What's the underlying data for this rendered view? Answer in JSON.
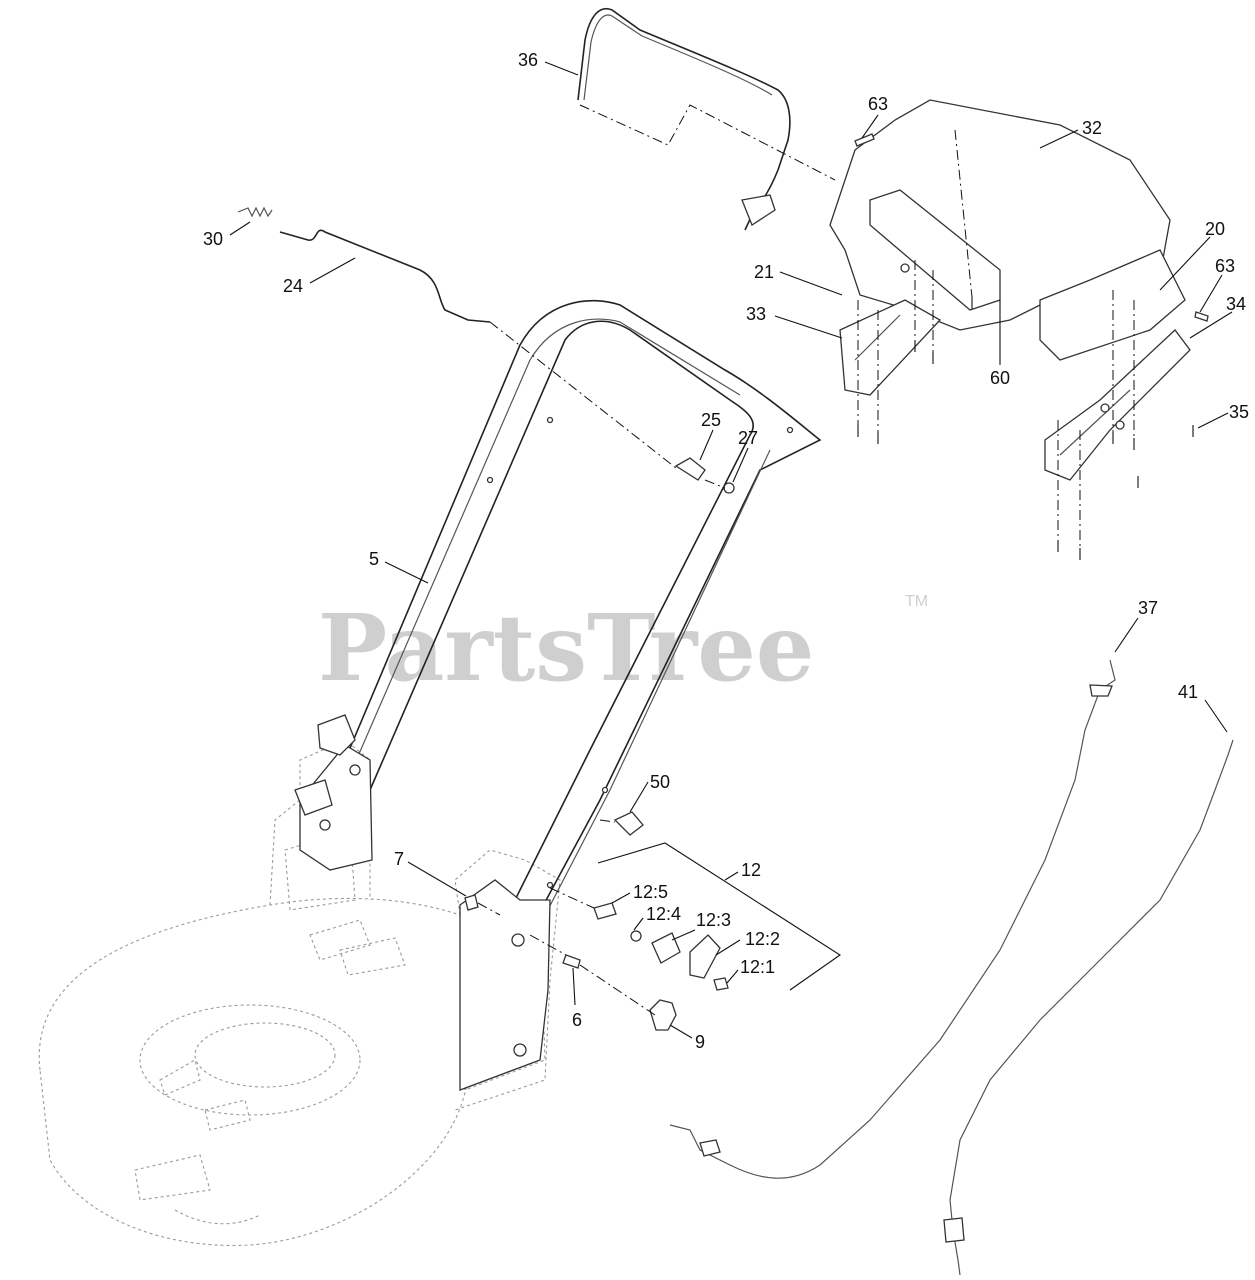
{
  "watermark": {
    "text": "PartsTree",
    "trademark": "TM"
  },
  "callouts": {
    "c36": "36",
    "c63a": "63",
    "c32": "32",
    "c30": "30",
    "c24": "24",
    "c21": "21",
    "c20": "20",
    "c63b": "63",
    "c33": "33",
    "c34": "34",
    "c60": "60",
    "c35": "35",
    "c25": "25",
    "c27": "27",
    "c5": "5",
    "c37": "37",
    "c41": "41",
    "c50": "50",
    "c7": "7",
    "c12": "12",
    "c125": "12:5",
    "c124": "12:4",
    "c123": "12:3",
    "c122": "12:2",
    "c121": "12:1",
    "c6": "6",
    "c9": "9"
  }
}
